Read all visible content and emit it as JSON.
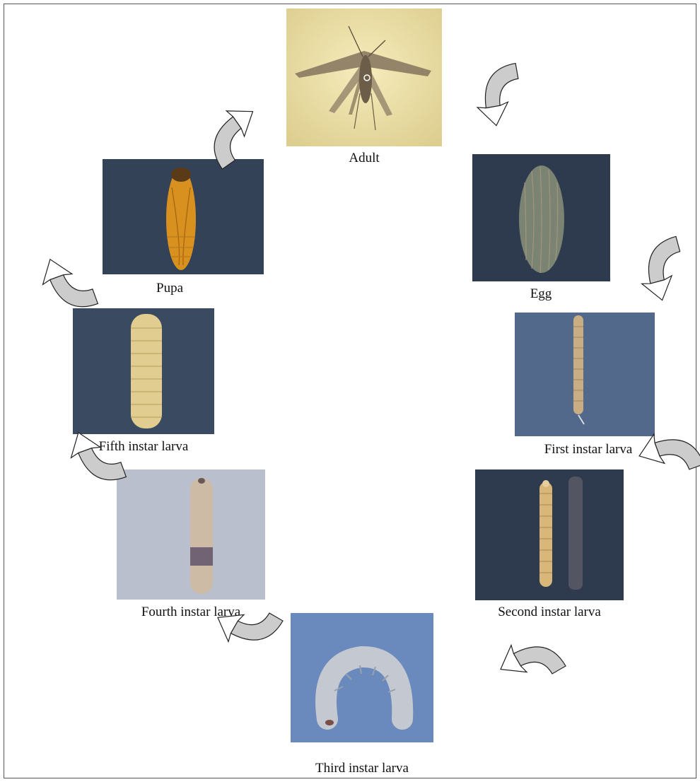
{
  "stages": {
    "adult": "Adult",
    "egg": "Egg",
    "first": "First instar larva",
    "second": "Second instar larva",
    "third": "Third instar larva",
    "fourth": "Fourth instar larva",
    "fifth": "Fifth instar larva",
    "pupa": "Pupa"
  },
  "colors": {
    "adult_bg": "#f2e6aa",
    "dark_bg": "#2d3a4d",
    "blue_bg": "#6b89bb",
    "light_bg": "#b9bfcd",
    "larva": "#e6d09a",
    "pupa": "#d6901f",
    "arrow_fill": "#cccccc"
  }
}
